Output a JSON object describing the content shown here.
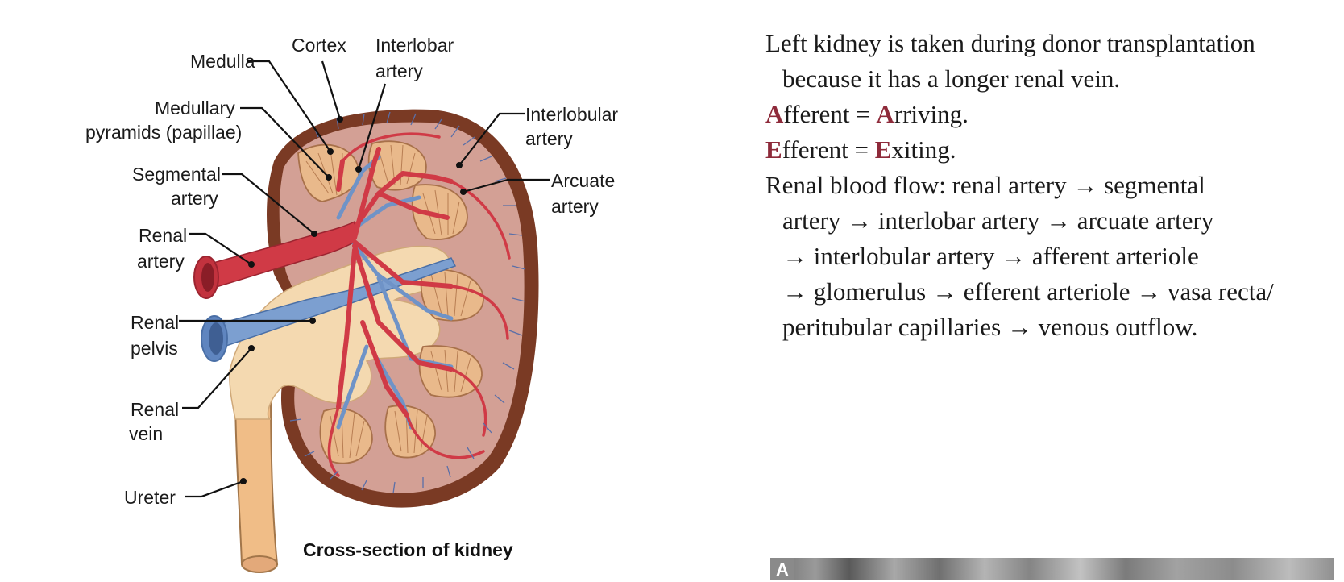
{
  "diagram": {
    "labels": {
      "medulla": "Medulla",
      "cortex": "Cortex",
      "interlobar_artery": [
        "Interlobar",
        "artery"
      ],
      "medullary_pyramids": [
        "Medullary",
        "pyramids (papillae)"
      ],
      "interlobular_artery": [
        "Interlobular",
        "artery"
      ],
      "segmental_artery": [
        "Segmental",
        "artery"
      ],
      "arcuate_artery": [
        "Arcuate",
        "artery"
      ],
      "renal_artery": [
        "Renal",
        "artery"
      ],
      "renal_pelvis": [
        "Renal",
        "pelvis"
      ],
      "renal_vein": [
        "Renal",
        "vein"
      ],
      "ureter": "Ureter"
    },
    "caption": "Cross-section of kidney",
    "colors": {
      "capsule": "#7a3a24",
      "cortex": "#d3a095",
      "pyramid": "#e9b98b",
      "pelvis": "#f4d9b0",
      "artery": "#d03a46",
      "vein": "#7c9fd0"
    }
  },
  "notes": {
    "lines": [
      {
        "text": "Left kidney is taken during donor transplantation",
        "indent": false
      },
      {
        "text": "because it has a longer renal vein.",
        "indent": true
      },
      {
        "hl1": "A",
        "rest1": "fferent = ",
        "hl2": "A",
        "rest2": "rriving."
      },
      {
        "hl1": "E",
        "rest1": "fferent = ",
        "hl2": "E",
        "rest2": "xiting."
      },
      {
        "text": "Renal blood flow: renal artery → segmental",
        "indent": false
      },
      {
        "text": "artery → interlobar artery → arcuate artery",
        "indent": true
      },
      {
        "text": "→ interlobular artery → afferent arteriole",
        "indent": true
      },
      {
        "text": "→ glomerulus → efferent arteriole → vasa recta/",
        "indent": true
      },
      {
        "text": "peritubular capillaries → venous outflow.",
        "indent": true
      }
    ],
    "highlight_color": "#8e2a3a"
  },
  "micrograph": {
    "letter": "A"
  }
}
